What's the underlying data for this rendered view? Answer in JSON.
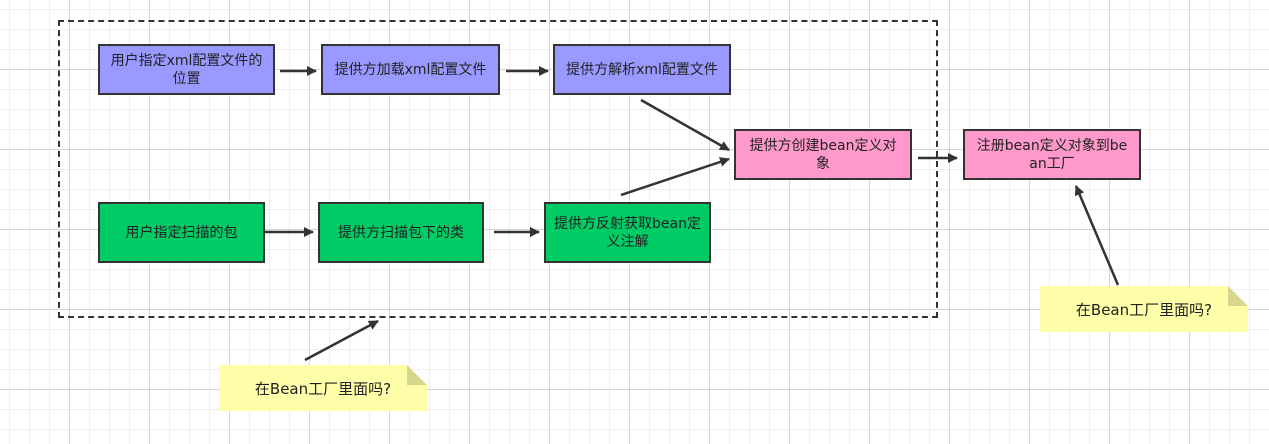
{
  "colors": {
    "purple": "#9999ff",
    "green": "#00cc66",
    "pink": "#ff99cc",
    "note_fill": "#ffffaa",
    "note_fold": "#d6d68f",
    "stroke": "#333333"
  },
  "nodes": {
    "user_xml": "用户指定xml配置文件的位置",
    "load_xml": "提供方加载xml配置文件",
    "parse_xml": "提供方解析xml配置文件",
    "scan_pkg": "用户指定扫描的包",
    "scan_class": "提供方扫描包下的类",
    "reflect": "提供方反射获取bean定义注解",
    "create_def": "提供方创建bean定义对象",
    "register": "注册bean定义对象到bean工厂"
  },
  "notes": {
    "left": "在Bean工厂里面吗?",
    "right": "在Bean工厂里面吗?"
  }
}
